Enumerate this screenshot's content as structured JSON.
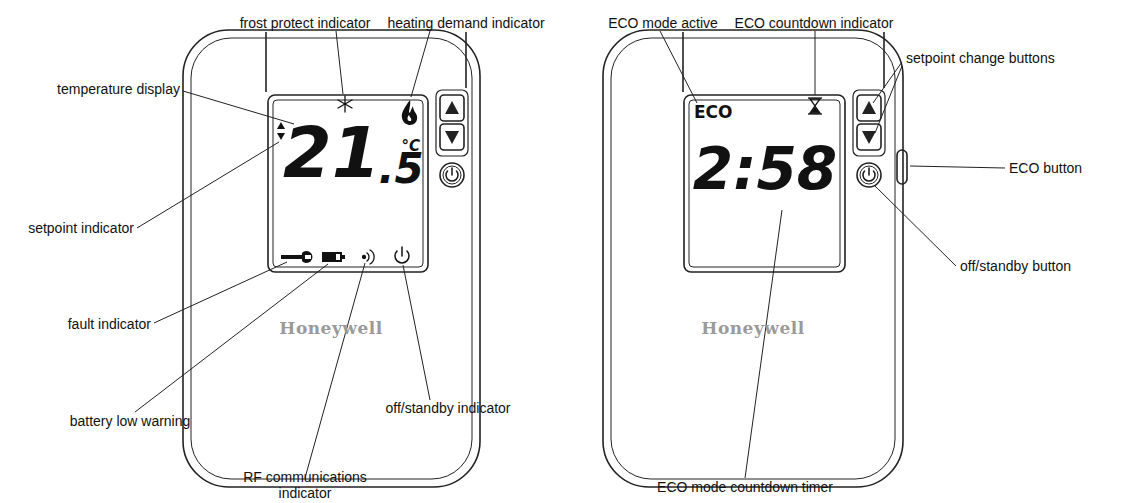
{
  "diagram": {
    "labels": [
      "frost protect indicator",
      "heating demand indicator",
      "temperature display",
      "setpoint indicator",
      "fault indicator",
      "battery low warning",
      "RF communications indicator",
      "off/standby indicator",
      "ECO mode active",
      "ECO countdown indicator",
      "setpoint change buttons",
      "ECO button",
      "off/standby button",
      "ECO mode countdown timer",
      "21",
      ".5",
      "°C",
      "ECO",
      "2:58",
      "Honeywell",
      "Honeywell"
    ]
  }
}
